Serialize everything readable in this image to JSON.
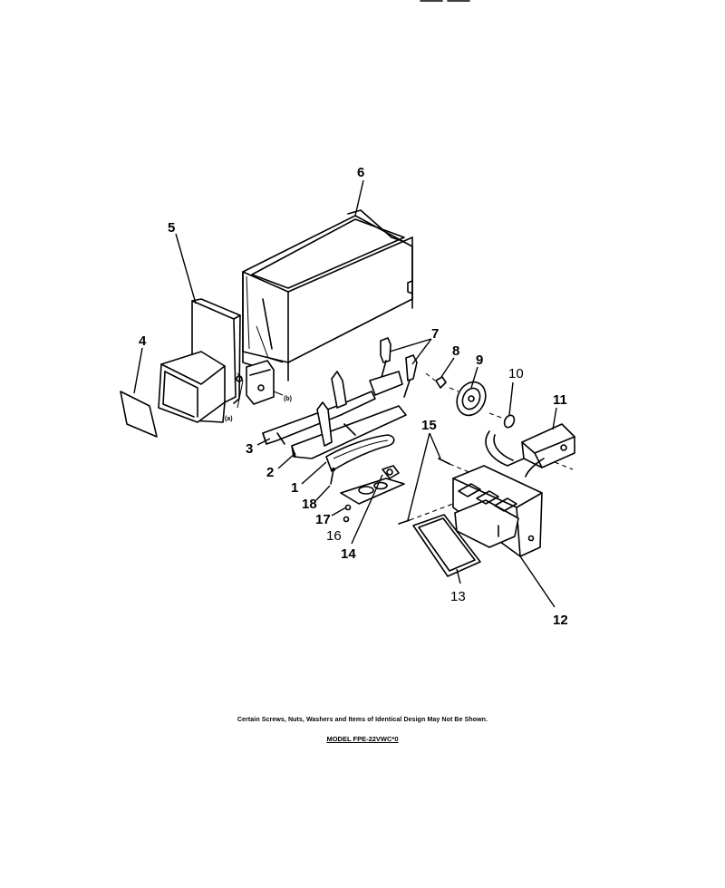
{
  "diagram": {
    "callouts": [
      {
        "id": "1",
        "text": "1"
      },
      {
        "id": "2",
        "text": "2"
      },
      {
        "id": "3",
        "text": "3"
      },
      {
        "id": "4",
        "text": "4"
      },
      {
        "id": "5",
        "text": "5"
      },
      {
        "id": "6",
        "text": "6"
      },
      {
        "id": "7",
        "text": "7"
      },
      {
        "id": "8",
        "text": "8"
      },
      {
        "id": "9",
        "text": "9"
      },
      {
        "id": "10",
        "text": "10"
      },
      {
        "id": "11",
        "text": "11"
      },
      {
        "id": "12",
        "text": "12"
      },
      {
        "id": "13",
        "text": "13"
      },
      {
        "id": "14",
        "text": "14"
      },
      {
        "id": "15",
        "text": "15"
      },
      {
        "id": "16",
        "text": "16"
      },
      {
        "id": "17",
        "text": "17"
      },
      {
        "id": "18",
        "text": "18"
      }
    ],
    "small_labels": {
      "a": "(a)",
      "b": "(b)"
    },
    "caption": "Certain Screws, Nuts, Washers and Items of Identical Design May Not Be Shown.",
    "model": "MODEL FPE-22VWC*0"
  }
}
